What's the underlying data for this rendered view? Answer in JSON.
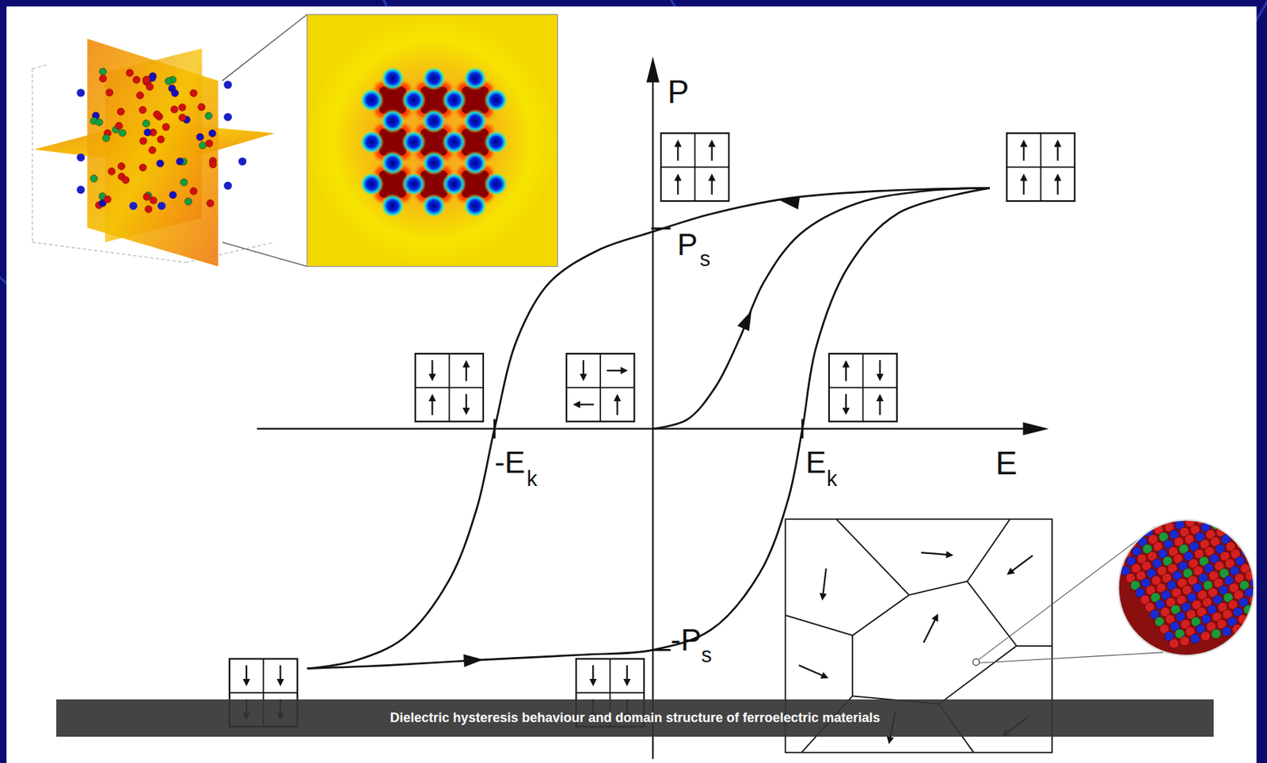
{
  "diagram": {
    "caption": "Dielectric hysteresis behaviour and domain structure of ferroelectric materials",
    "labels": [
      "P",
      "P",
      "s",
      "-E",
      "k",
      "E",
      "k",
      "E",
      "-P",
      "s"
    ]
  }
}
